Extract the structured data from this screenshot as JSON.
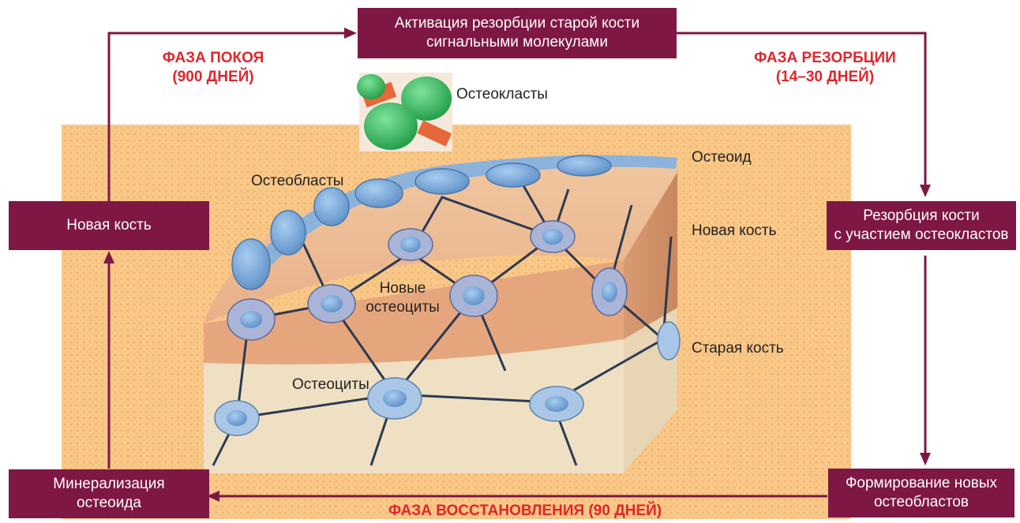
{
  "boxes": {
    "activation": "Активация резорбции старой кости\nсигнальными молекулами",
    "new_bone": "Новая кость",
    "resorption": "Резорбция кости\nс участием остеокластов",
    "mineralization": "Минерализация\nостеоида",
    "formation": "Формирование новых\nостеобластов"
  },
  "phases": {
    "rest": "ФАЗА ПОКОЯ\n(900 ДНЕЙ)",
    "resorption": "ФАЗА РЕЗОРБЦИИ\n(14–30 ДНЕЙ)",
    "restoration": "ФАЗА ВОССТАНОВЛЕНИЯ (90 ДНЕЙ)"
  },
  "labels": {
    "osteoclasts": "Остеокласты",
    "osteoid": "Остеоид",
    "osteoblasts": "Остеобласты",
    "new_bone": "Новая кость",
    "new_osteocytes": "Новые\nостеоциты",
    "old_bone": "Старая кость",
    "osteocytes": "Остеоциты"
  },
  "colors": {
    "box": "#7e1744",
    "phase_text": "#e0262b",
    "background": "#f9c98a",
    "cell": "#6fa4d8",
    "osteoclast": "#2eb35a"
  }
}
